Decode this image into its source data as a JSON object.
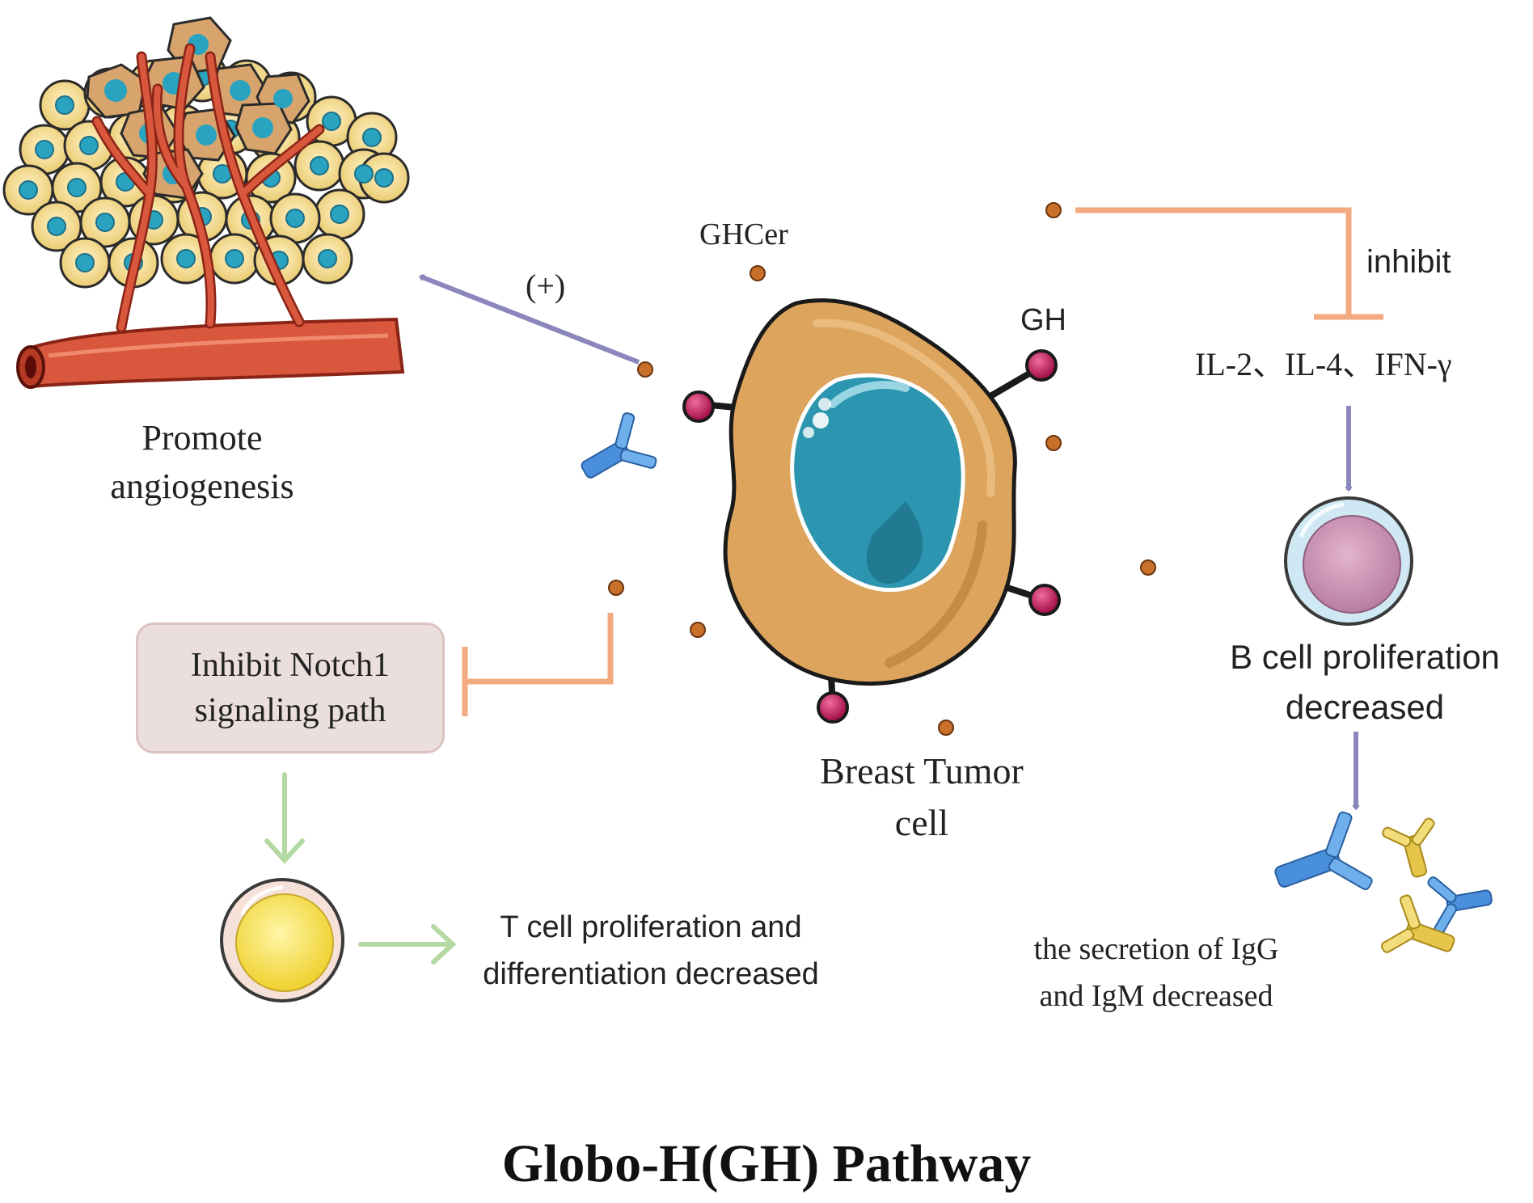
{
  "labels": {
    "promote_1": "Promote",
    "promote_2": "angiogenesis",
    "plus": "(+)",
    "ghcer": "GHCer",
    "gh": "GH",
    "inhibit": "inhibit",
    "cytokines": "IL-2、IL-4、IFN-γ",
    "b_cell_1": "B cell proliferation",
    "b_cell_2": "decreased",
    "notch_1": "Inhibit Notch1",
    "notch_2": "signaling path",
    "tumor_1": "Breast Tumor",
    "tumor_2": "cell",
    "t_cell_1": "T cell proliferation and",
    "t_cell_2": "differentiation decreased",
    "secretion_1": "the secretion of IgG",
    "secretion_2": "and IgM decreased",
    "title": "Globo-H(GH) Pathway"
  },
  "colors": {
    "arrow_purple": "#8b87bd",
    "inhibit_orange": "#f3aa80",
    "arrow_green": "#b4d9a2",
    "tumor_body": "#dca45c",
    "nucleus": "#2c95b0",
    "gh_ball": "#c2185b",
    "ghcer_dot": "#c8702a",
    "antibody_blue": "#4a8fdc",
    "antibody_yellow": "#e6c64a",
    "b_cell": "#c98fb3",
    "t_cell": "#f2dc46"
  },
  "icons": [
    "tumor-mass-icon",
    "blood-vessel-icon",
    "breast-tumor-cell-icon",
    "antibody-icon",
    "b-cell-icon",
    "t-cell-icon"
  ]
}
